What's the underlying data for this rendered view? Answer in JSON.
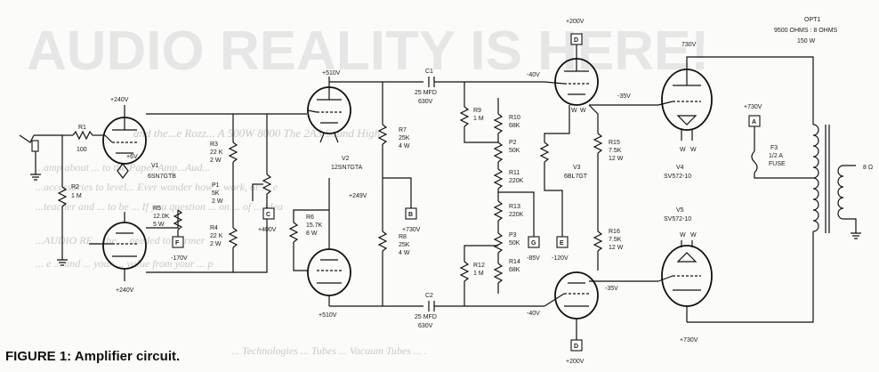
{
  "caption": "FIGURE 1: Amplifier circuit.",
  "bleed": {
    "headline": "AUDIO REALITY IS HERE!",
    "lines": [
      "and the...e Rozz... A 500W 8000 The 2A3 Sound High",
      "...amp about ... to the Paper Amp...Aud...",
      "...accessories to level... Ever wonder how ...work, or ... e",
      "...teacher and ... to be ... If you question ... on ... of ... idea",
      "...AUDIO RE... the ... needed to ... rmer",
      "... e ... and ... your ... value from your ... p",
      "... Technologies ... Tubes ... Vacuum Tubes ... ."
    ]
  },
  "labels": {
    "r1": "R1",
    "r1v": "100",
    "r2": "R2",
    "r2v": "1 M",
    "v1_top": "+240V",
    "v1_name": "V1",
    "v1_type": "6SN7GTB",
    "v1_bot": "+240V",
    "heater": "+6V",
    "r3": "R3",
    "r3v1": "22 K",
    "r3v2": "2 W",
    "r4": "R4",
    "r4v1": "22 K",
    "r4v2": "2 W",
    "r5": "R5",
    "r5v1": "12.0K",
    "r5v2": "5 W",
    "f_box": "F",
    "f_v": "-170V",
    "p1": "P1",
    "p1v1": "5K",
    "p1v2": "2 W",
    "c_box": "C",
    "c_v": "+400V",
    "v2_top": "+510V",
    "v2_name": "V2",
    "v2_type": "12SN7GTA",
    "v2_bot": "+510V",
    "v2_mid": "+249V",
    "r6": "R6",
    "r6v1": "15.7K",
    "r6v2": "8 W",
    "r7": "R7",
    "r7v1": "25K",
    "r7v2": "4 W",
    "r8": "R8",
    "r8v1": "25K",
    "r8v2": "4 W",
    "b_box": "B",
    "b_v": "+730V",
    "c1": "C1",
    "c1v1": "25 MFD",
    "c1v2": "630V",
    "c2": "C2",
    "c2v1": "25 MFD",
    "c2v2": "630V",
    "r9": "R9",
    "r9v": "1 M",
    "r10": "R10",
    "r10v": "68K",
    "p2": "P2",
    "p2v": "50K",
    "r11": "R11",
    "r11v": "220K",
    "r13": "R13",
    "r13v": "220K",
    "p3": "P3",
    "p3v": "50K",
    "r14": "R14",
    "r14v": "68K",
    "r12": "R12",
    "r12v": "1 M",
    "g_box": "G",
    "g_v": "-85V",
    "e_box": "E",
    "e_v": "-120V",
    "d_top_box": "D",
    "d_top_v": "+200V",
    "d_bot_box": "D",
    "d_bot_v": "+200V",
    "v3_n1": "-40V",
    "v3_n2": "-35V",
    "v3_name": "V3",
    "v3_type": "6BL7GT",
    "v3_b1": "-35V",
    "v3_b2": "-40V",
    "r15": "R15",
    "r15v1": "7.5K",
    "r15v2": "12 W",
    "r16": "R16",
    "r16v1": "7.5K",
    "r16v2": "12 W",
    "v4_top": "730V",
    "v4_name": "V4",
    "v4_type": "SV572-10",
    "v5_name": "V5",
    "v5_type": "SV572-10",
    "v5_bot": "+730V",
    "a_box": "A",
    "a_v": "+730V",
    "f3": "F3",
    "f3v1": "1/2 A",
    "f3v2": "FUSE",
    "opt": "OPT1",
    "opt_v1": "9500 OHMS : 8 OHMS",
    "opt_v2": "150 W",
    "out": "8 Ω",
    "w": "W"
  }
}
